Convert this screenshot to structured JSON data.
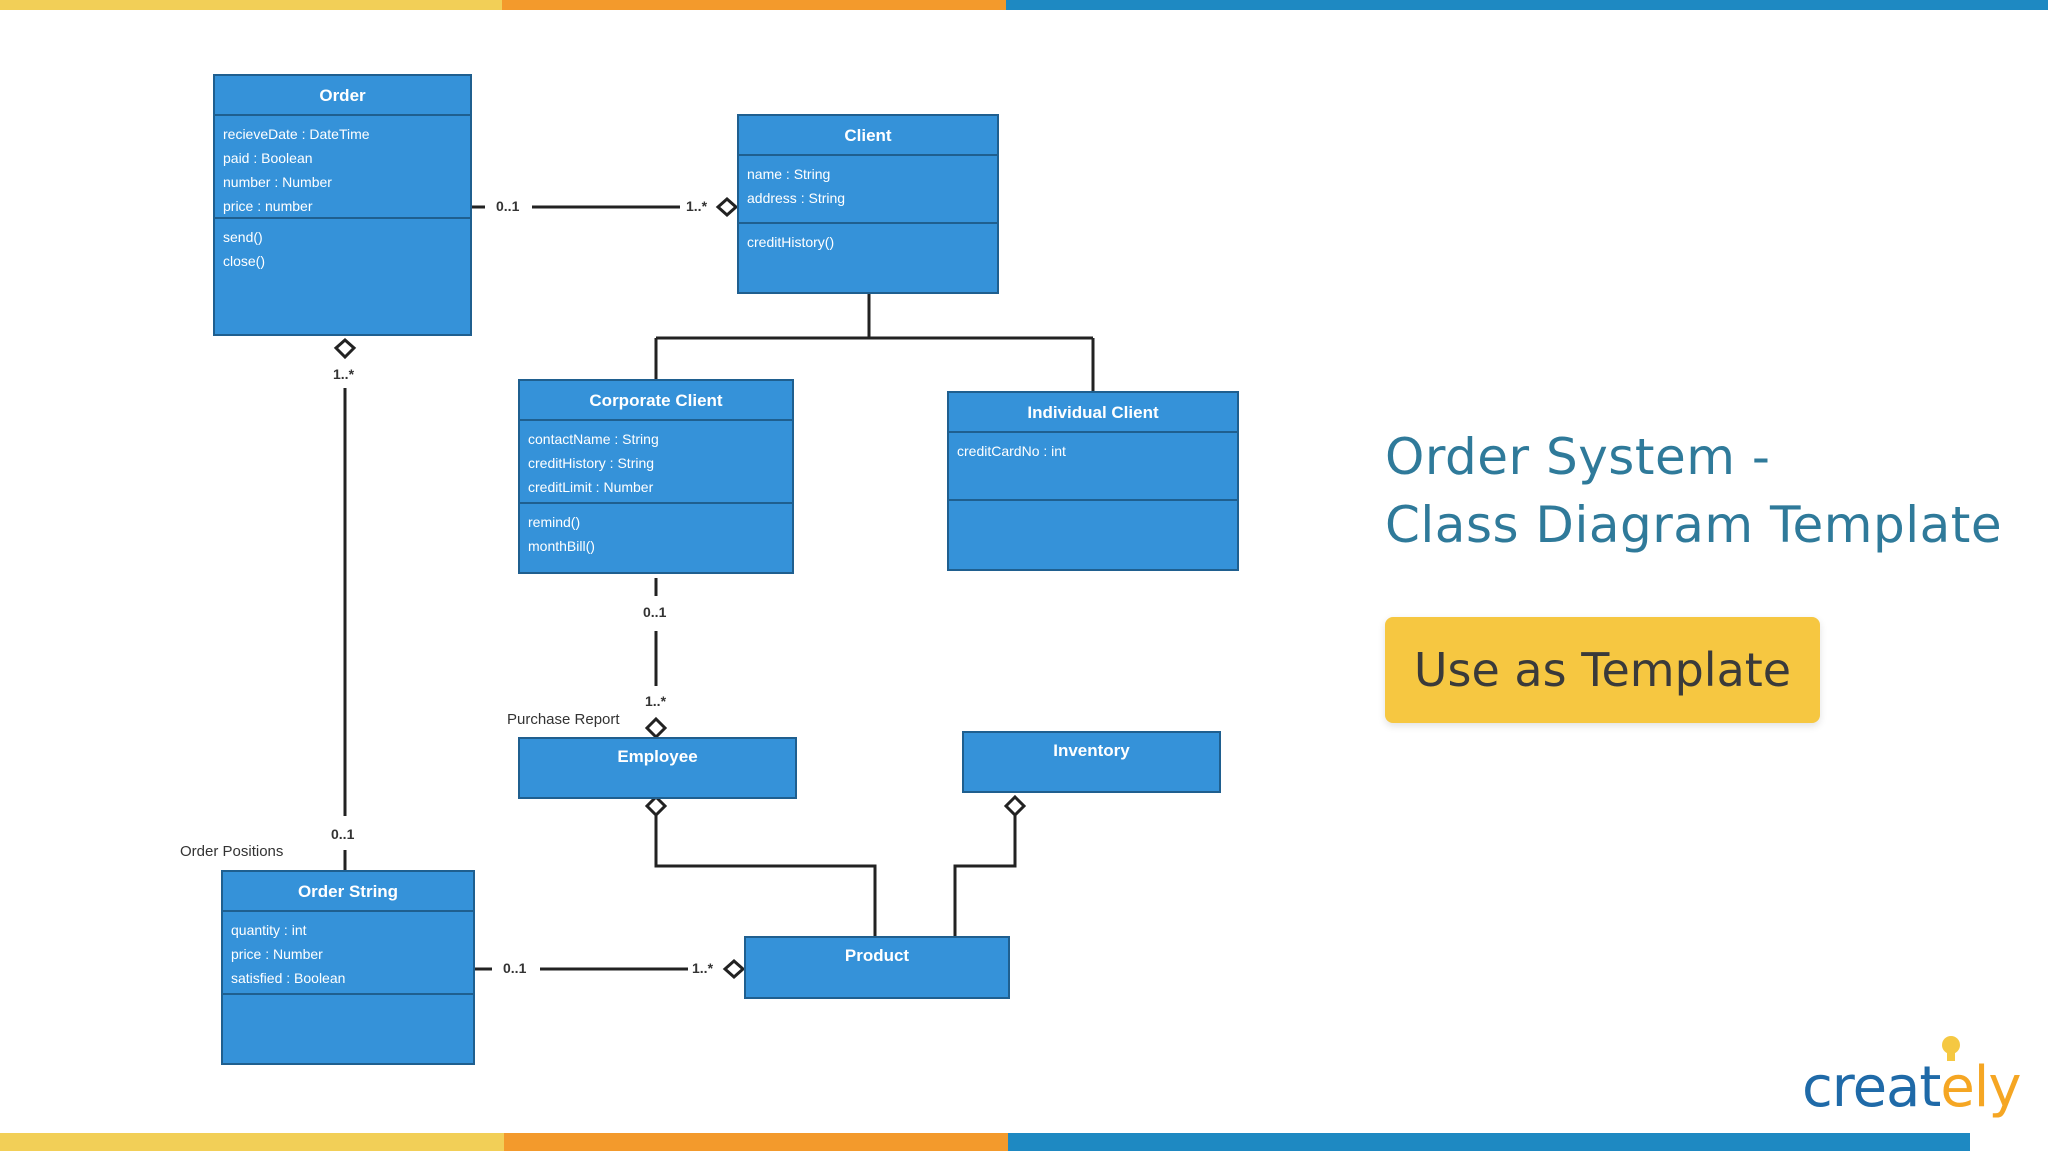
{
  "colors": {
    "stripe_yellow": "#f2cf57",
    "stripe_orange": "#f39a2c",
    "stripe_blue": "#1e89c2",
    "class_fill": "#3592d9",
    "class_border": "#1f5f8f",
    "title": "#2f7a9a",
    "button": "#f6c741",
    "logo_blue": "#1f6aa8",
    "logo_accent": "#f5a623"
  },
  "classes": {
    "order": {
      "name": "Order",
      "attributes": [
        "recieveDate : DateTime",
        "paid : Boolean",
        "number : Number",
        "price : number"
      ],
      "operations": [
        "send()",
        "close()"
      ]
    },
    "client": {
      "name": "Client",
      "attributes": [
        "name : String",
        "address : String"
      ],
      "operations": [
        "creditHistory()"
      ]
    },
    "corporate_client": {
      "name": "Corporate Client",
      "attributes": [
        "contactName : String",
        "creditHistory : String",
        "creditLimit : Number"
      ],
      "operations": [
        "remind()",
        "monthBill()"
      ]
    },
    "individual_client": {
      "name": "Individual Client",
      "attributes": [
        "creditCardNo : int"
      ],
      "operations": []
    },
    "employee": {
      "name": "Employee"
    },
    "inventory": {
      "name": "Inventory"
    },
    "order_string": {
      "name": "Order String",
      "attributes": [
        "quantity : int",
        "price : Number",
        "satisfied : Boolean"
      ],
      "operations": []
    },
    "product": {
      "name": "Product"
    }
  },
  "multiplicities": {
    "order_client_order_end": "0..1",
    "order_client_client_end": "1..*",
    "order_orderstring_order_end": "1..*",
    "order_orderstring_string_end": "0..1",
    "corporate_employee_corporate_end": "0..1",
    "corporate_employee_employee_end": "1..*",
    "orderstring_product_string_end": "0..1",
    "orderstring_product_product_end": "1..*"
  },
  "role_labels": {
    "purchase_report": "Purchase Report",
    "order_positions": "Order Positions"
  },
  "title": {
    "line1": "Order System -",
    "line2": "Class Diagram Template"
  },
  "button": {
    "label": "Use as Template"
  },
  "logo": {
    "text_main": "creat",
    "text_accent": "ely",
    "icon": "lightbulb-icon"
  }
}
